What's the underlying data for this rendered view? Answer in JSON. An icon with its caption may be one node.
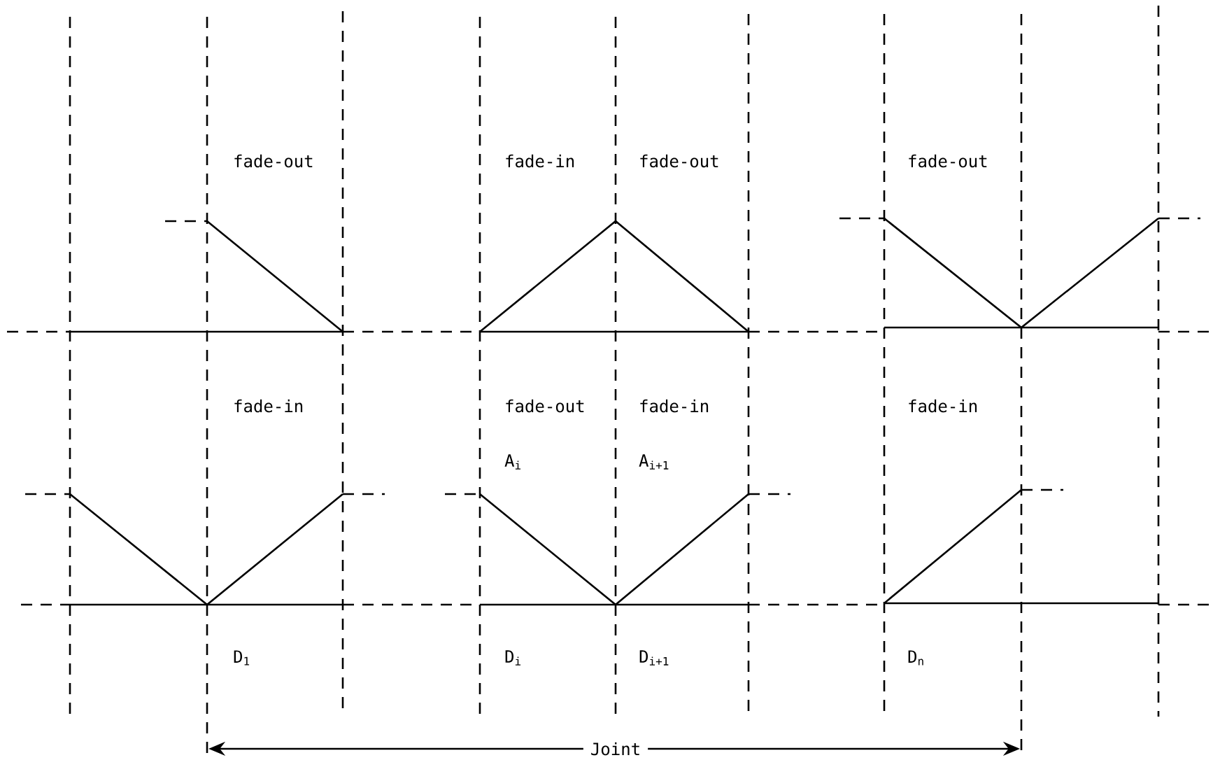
{
  "diagram": {
    "labels": [
      "fade-out",
      "fade-in",
      "fade-out",
      "fade-out",
      "fade-in",
      "fade-out",
      "fade-in",
      "fade-in",
      "A$_{i}$",
      "A$_{i+1}$",
      "D$_{1}$",
      "D$_{i}$",
      "D$_{i+1}$",
      "D$_{n}$",
      "Joint"
    ]
  }
}
